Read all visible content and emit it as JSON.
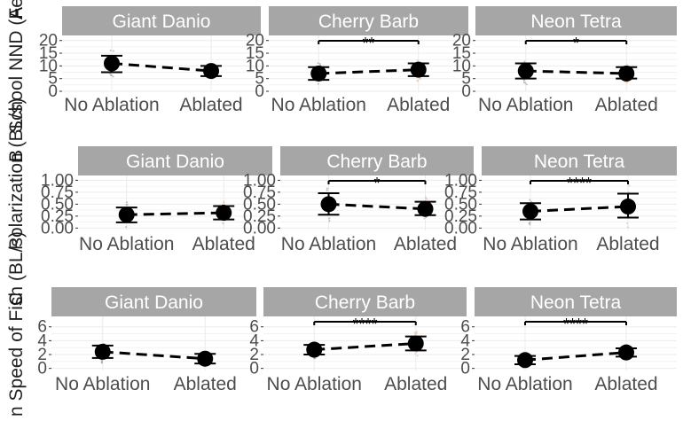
{
  "figure": {
    "rows": [
      {
        "panel_letter": "A",
        "ylabel": "School NND (Fe",
        "panels": [
          {
            "title": "Giant Danio",
            "significance": ""
          },
          {
            "title": "Cherry Barb",
            "significance": "**"
          },
          {
            "title": "Neon Tetra",
            "significance": "*"
          }
        ]
      },
      {
        "panel_letter": "B",
        "ylabel": "Polarization (BL/s)",
        "panels": [
          {
            "title": "Giant Danio",
            "significance": ""
          },
          {
            "title": "Cherry Barb",
            "significance": "*"
          },
          {
            "title": "Neon Tetra",
            "significance": "****"
          }
        ]
      },
      {
        "panel_letter": "C",
        "ylabel": "n Speed of Fish (BL/s)",
        "panels": [
          {
            "title": "Giant Danio",
            "significance": ""
          },
          {
            "title": "Cherry Barb",
            "significance": "****"
          },
          {
            "title": "Neon Tetra",
            "significance": "****"
          }
        ]
      }
    ]
  },
  "chart_data": [
    {
      "type": "scatter",
      "title": "Giant Danio",
      "categories": [
        "No Ablation",
        "Ablated"
      ],
      "values": [
        11,
        8
      ],
      "error_low": [
        7.5,
        6
      ],
      "error_high": [
        14,
        10
      ],
      "yticks": [
        "0",
        "5",
        "10",
        "15",
        "20"
      ],
      "ylim": [
        0,
        22
      ],
      "significance": ""
    },
    {
      "type": "scatter",
      "title": "Cherry Barb",
      "categories": [
        "No Ablation",
        "Ablated"
      ],
      "values": [
        7,
        8.5
      ],
      "error_low": [
        4.5,
        6
      ],
      "error_high": [
        9.5,
        11
      ],
      "yticks": [
        "0",
        "5",
        "10",
        "15",
        "20"
      ],
      "ylim": [
        0,
        22
      ],
      "significance": "**"
    },
    {
      "type": "scatter",
      "title": "Neon Tetra",
      "categories": [
        "No Ablation",
        "Ablated"
      ],
      "values": [
        8,
        7
      ],
      "error_low": [
        5,
        5
      ],
      "error_high": [
        11,
        9.5
      ],
      "yticks": [
        "0",
        "5",
        "10",
        "15",
        "20"
      ],
      "ylim": [
        0,
        22
      ],
      "significance": "*"
    },
    {
      "type": "scatter",
      "title": "Giant Danio",
      "categories": [
        "No Ablation",
        "Ablated"
      ],
      "values": [
        0.28,
        0.32
      ],
      "error_low": [
        0.12,
        0.18
      ],
      "error_high": [
        0.43,
        0.46
      ],
      "yticks": [
        "0.00",
        "0.25",
        "0.50",
        "0.75",
        "1.00"
      ],
      "ylim": [
        -0.05,
        1.1
      ],
      "significance": ""
    },
    {
      "type": "scatter",
      "title": "Cherry Barb",
      "categories": [
        "No Ablation",
        "Ablated"
      ],
      "values": [
        0.5,
        0.4
      ],
      "error_low": [
        0.28,
        0.27
      ],
      "error_high": [
        0.73,
        0.55
      ],
      "yticks": [
        "0.00",
        "0.25",
        "0.50",
        "0.75",
        "1.00"
      ],
      "ylim": [
        -0.05,
        1.1
      ],
      "significance": "*"
    },
    {
      "type": "scatter",
      "title": "Neon Tetra",
      "categories": [
        "No Ablation",
        "Ablated"
      ],
      "values": [
        0.35,
        0.45
      ],
      "error_low": [
        0.18,
        0.22
      ],
      "error_high": [
        0.52,
        0.72
      ],
      "yticks": [
        "0.00",
        "0.25",
        "0.50",
        "0.75",
        "1.00"
      ],
      "ylim": [
        -0.05,
        1.1
      ],
      "significance": "****"
    },
    {
      "type": "scatter",
      "title": "Giant Danio",
      "categories": [
        "No Ablation",
        "Ablated"
      ],
      "values": [
        2.4,
        1.4
      ],
      "error_low": [
        1.5,
        0.7
      ],
      "error_high": [
        3.3,
        2.1
      ],
      "yticks": [
        "0",
        "2",
        "4",
        "6"
      ],
      "ylim": [
        -0.3,
        7.5
      ],
      "significance": ""
    },
    {
      "type": "scatter",
      "title": "Cherry Barb",
      "categories": [
        "No Ablation",
        "Ablated"
      ],
      "values": [
        2.7,
        3.6
      ],
      "error_low": [
        2.0,
        2.6
      ],
      "error_high": [
        3.4,
        4.6
      ],
      "yticks": [
        "0",
        "2",
        "4",
        "6"
      ],
      "ylim": [
        -0.3,
        7.5
      ],
      "significance": "****"
    },
    {
      "type": "scatter",
      "title": "Neon Tetra",
      "categories": [
        "No Ablation",
        "Ablated"
      ],
      "values": [
        1.2,
        2.3
      ],
      "error_low": [
        0.6,
        1.7
      ],
      "error_high": [
        1.8,
        2.9
      ],
      "yticks": [
        "0",
        "2",
        "4",
        "6"
      ],
      "ylim": [
        -0.3,
        7.5
      ],
      "significance": "****"
    }
  ],
  "colors": {
    "strip_background": "#a6a6a6",
    "strip_text": "#ffffff",
    "grid": "#ebebeb",
    "point": "#000000",
    "raw_points": "#a0a0a0"
  }
}
